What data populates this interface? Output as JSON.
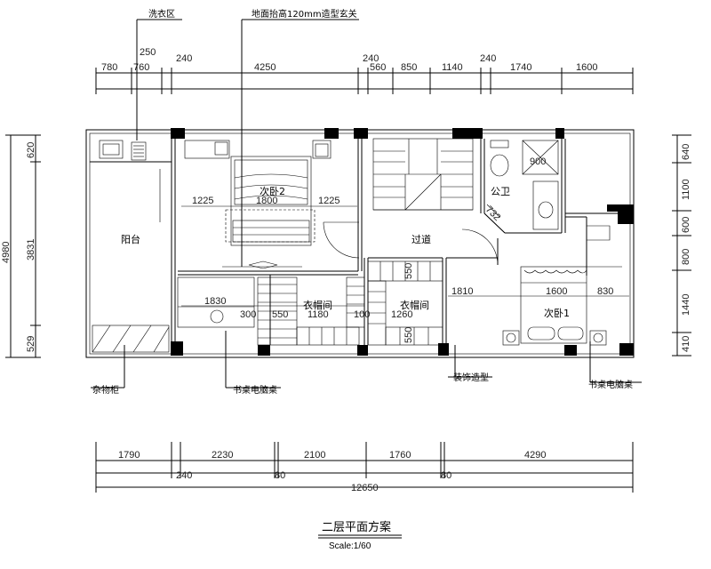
{
  "annotations": {
    "laundry": "洗衣区",
    "raised_floor": "地面抬高120mm造型玄关",
    "storage": "杂物柜",
    "desk_left": "书桌电脑桌",
    "decor": "装饰造型",
    "desk_right": "书桌电脑桌"
  },
  "rooms": {
    "balcony": "阳台",
    "bedroom2": "次卧2",
    "hall": "过道",
    "bath": "公卫",
    "closet1": "衣帽间",
    "closet2": "衣帽间",
    "bedroom1": "次卧1"
  },
  "top_dims": {
    "row2": [
      "250",
      "240",
      "240"
    ],
    "row1": [
      "780",
      "760",
      "4250",
      "560",
      "850",
      "1140",
      "1740",
      "1600"
    ]
  },
  "bottom_dims": {
    "row1": [
      "1790",
      "2230",
      "2100",
      "1760",
      "4290"
    ],
    "row2": [
      "240",
      "80",
      "80"
    ],
    "total": "12650"
  },
  "left_dims": {
    "total": "4980",
    "segs": [
      "620",
      "3831",
      "529"
    ]
  },
  "right_dims": {
    "segs": [
      "640",
      "1100",
      "600",
      "800",
      "1440",
      "410"
    ]
  },
  "inner_dims": {
    "b2_left": "1225",
    "b2_mid": "1800",
    "b2_right": "1225",
    "desk_w": "1830",
    "d300": "300",
    "d550": "550",
    "cl1_w": "1180",
    "d100": "100",
    "cl2_w": "1260",
    "b1_left": "1810",
    "b1_mid": "1600",
    "b1_right": "830",
    "diag": "732",
    "d900": "900",
    "v550a": "550",
    "v550b": "550"
  },
  "title": {
    "main": "二层平面方案",
    "scale": "Scale:1/60"
  }
}
